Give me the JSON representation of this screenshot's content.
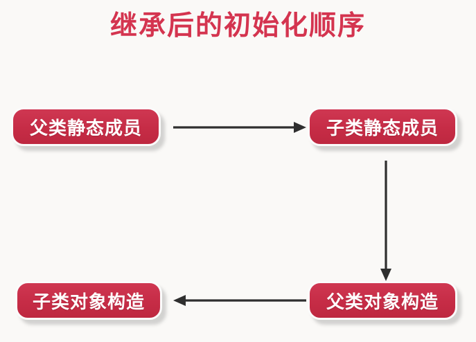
{
  "page": {
    "title": "继承后的初始化顺序",
    "background_color": "#faf9f7",
    "title_color": "#d4344f"
  },
  "diagram": {
    "type": "flowchart",
    "node_fill_color": "#c9304a",
    "node_text_color": "#ffffff",
    "arrow_color": "#2f2f2f",
    "nodes": [
      {
        "id": "parent-static",
        "label": "父类静态成员",
        "position": "top-left"
      },
      {
        "id": "child-static",
        "label": "子类静态成员",
        "position": "top-right"
      },
      {
        "id": "parent-construct",
        "label": "父类对象构造",
        "position": "bottom-right"
      },
      {
        "id": "child-construct",
        "label": "子类对象构造",
        "position": "bottom-left"
      }
    ],
    "edges": [
      {
        "id": "edge-top",
        "from": "parent-static",
        "to": "child-static",
        "direction": "right"
      },
      {
        "id": "edge-right",
        "from": "child-static",
        "to": "parent-construct",
        "direction": "down"
      },
      {
        "id": "edge-bottom",
        "from": "parent-construct",
        "to": "child-construct",
        "direction": "left"
      }
    ]
  }
}
